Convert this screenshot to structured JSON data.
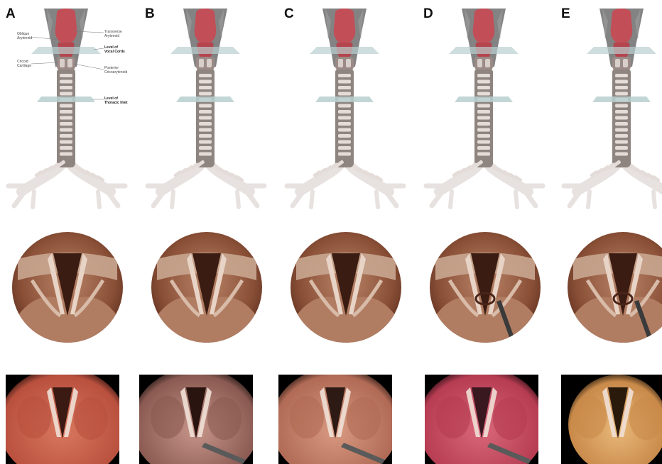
{
  "panels": [
    {
      "letter": "A"
    },
    {
      "letter": "B"
    },
    {
      "letter": "C"
    },
    {
      "letter": "D"
    },
    {
      "letter": "E"
    }
  ],
  "annotations": {
    "oblique_arytenoid": "Oblique\nArytenoid",
    "transverse_arytenoid": "Transverse\nArytenoid",
    "level_vocal_cords": "Level of\nVocal Cords",
    "cricoid_cartilage": "Cricoid\nCartilage",
    "posterior_cricoarytenoid": "Posterior\nCricoarytenoid",
    "level_thoracic_inlet": "Level of\nThoracic Inlet"
  }
}
